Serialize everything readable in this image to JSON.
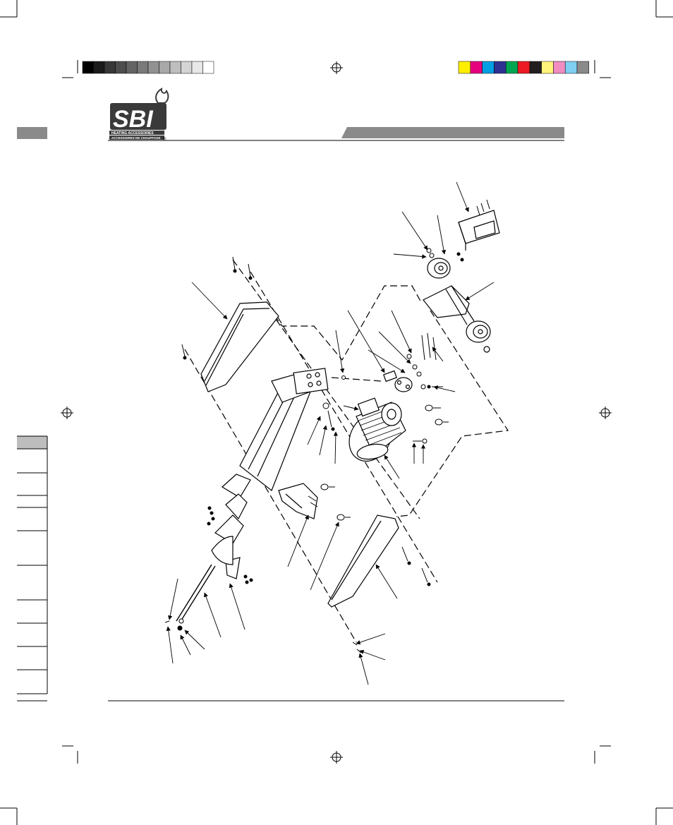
{
  "brand": {
    "logo_text": "SBI",
    "tagline_en": "HEATING ACCESSORIES",
    "tagline_fr": "ACCESSOIRES DE CHAUFFAGE",
    "registered_mark": "®"
  },
  "colors": {
    "header_bar": "#8a8a8a",
    "side_tab": "#8a8a8a",
    "line": "#000000",
    "logo_fill": "#3a3a3a",
    "grayscale_strip": [
      "#000000",
      "#1c1c1c",
      "#383838",
      "#4e4e4e",
      "#646464",
      "#7a7a7a",
      "#929292",
      "#a8a8a8",
      "#bebebe",
      "#d4d4d4",
      "#e8e8e8",
      "#ffffff"
    ],
    "color_strip": [
      "#ffee00",
      "#e6007e",
      "#009fe3",
      "#2e3192",
      "#00a651",
      "#ed1c24",
      "#231f20",
      "#fff57a",
      "#f08cc0",
      "#7fcff2",
      "#8a8a8a"
    ]
  },
  "side_index": {
    "row_count": 11
  }
}
